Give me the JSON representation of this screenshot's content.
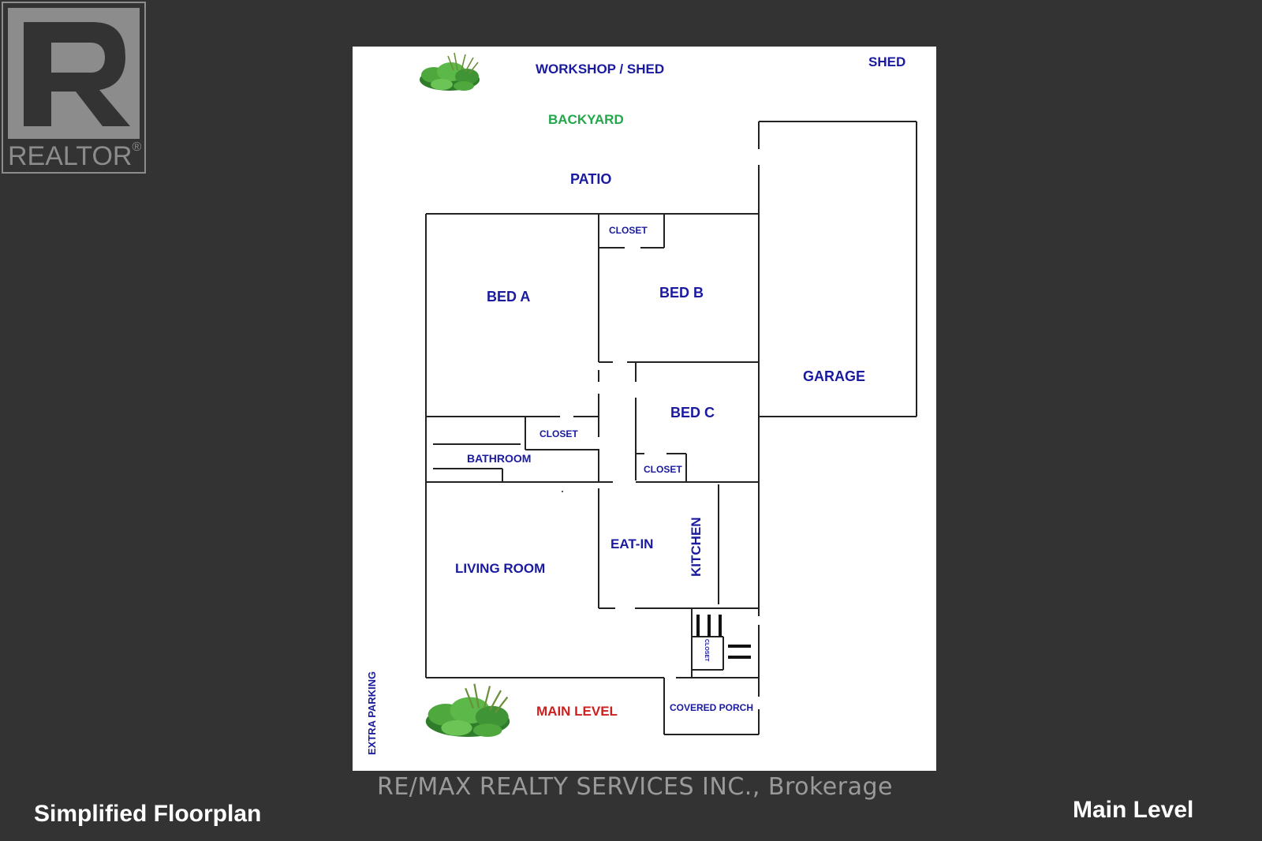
{
  "logo": {
    "text": "REALTOR",
    "mark": "®",
    "icon": "realtor-r-logo-icon",
    "color": "#8c8c8c"
  },
  "colors": {
    "label_blue": "#1a1aa0",
    "backyard_green": "#22a84a",
    "main_level_red": "#cc1f1f",
    "wall": "#222222"
  },
  "floorplan": {
    "labels": {
      "workshop": "WORKSHOP / SHED",
      "shed": "SHED",
      "backyard": "BACKYARD",
      "patio": "PATIO",
      "closet_top": "CLOSET",
      "bed_a": "BED A",
      "bed_b": "BED B",
      "garage": "GARAGE",
      "bed_c": "BED C",
      "closet_bath": "CLOSET",
      "bathroom": "BATHROOM",
      "closet_bed_c": "CLOSET",
      "eat_in": "EAT-IN",
      "kitchen": "KITCHEN",
      "living_room": "LIVING ROOM",
      "closet_entry": "CLOSET",
      "covered_porch": "COVERED PORCH",
      "main_level": "MAIN LEVEL",
      "extra_parking": "EXTRA PARKING"
    },
    "icons": [
      "plant-bush-icon",
      "stairs-icon"
    ]
  },
  "watermark": "RE/MAX REALTY SERVICES INC., Brokerage",
  "footer": {
    "left": "Simplified Floorplan",
    "right": "Main Level"
  }
}
